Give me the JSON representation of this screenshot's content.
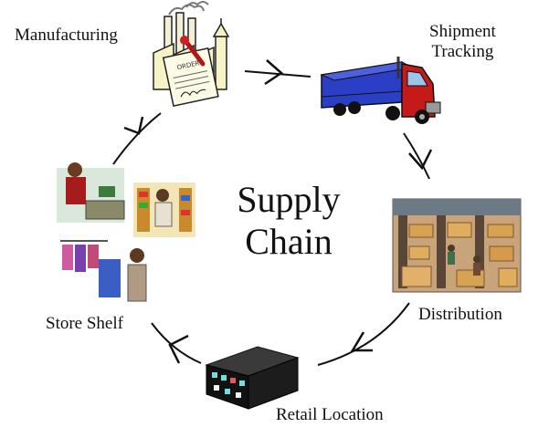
{
  "diagram": {
    "center_title_line1": "Supply",
    "center_title_line2": "Chain",
    "stages": {
      "manufacturing": "Manufacturing",
      "shipment_line1": "Shipment",
      "shipment_line2": "Tracking",
      "distribution": "Distribution",
      "retail": "Retail Location",
      "store_shelf": "Store Shelf"
    },
    "order_form_text": "ORDER",
    "flow_order": [
      "Manufacturing",
      "Shipment Tracking",
      "Distribution",
      "Retail Location",
      "Store Shelf"
    ]
  }
}
